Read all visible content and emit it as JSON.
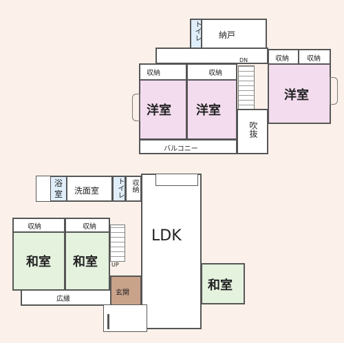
{
  "upper_floor": {
    "toilet": "トイレ",
    "nando": "納戸",
    "storage": "収納",
    "western_room": "洋室",
    "balcony": "バルコニー",
    "atrium": "吹抜",
    "down": "DN"
  },
  "lower_floor": {
    "bath": "浴室",
    "washroom": "洗面室",
    "toilet": "トイレ",
    "storage": "収納",
    "japanese_room": "和室",
    "ldk": "LDK",
    "engawa": "広縁",
    "entrance": "玄関",
    "up": "UP"
  }
}
